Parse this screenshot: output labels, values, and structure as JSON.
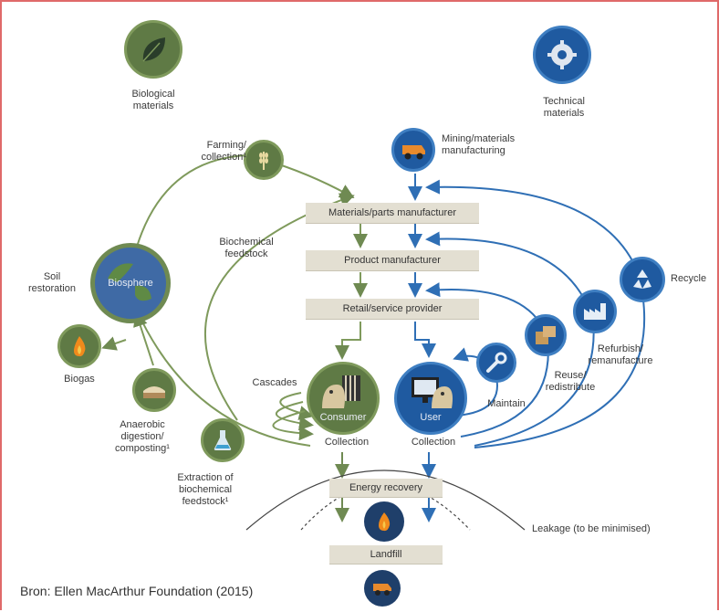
{
  "top": {
    "biological_label": "Biological\nmaterials",
    "technical_label": "Technical\nmaterials"
  },
  "nodes": {
    "farming": "Farming/\ncollection¹",
    "mining": "Mining/materials\nmanufacturing",
    "biochemical_feedstock": "Biochemical\nfeedstock",
    "soil_restoration": "Soil\nrestoration",
    "biosphere": "Biosphere",
    "biogas": "Biogas",
    "anaerobic": "Anaerobic\ndigestion/\ncomposting¹",
    "extraction": "Extraction of\nbiochemical\nfeedstock¹",
    "cascades": "Cascades",
    "consumer": "Consumer",
    "user": "User",
    "collection_left": "Collection",
    "collection_right": "Collection",
    "recycle": "Recycle",
    "refurbish": "Refurbish/\nremanufacture",
    "reuse": "Reuse/\nredistribute",
    "maintain": "Maintain",
    "leakage": "Leakage (to be minimised)"
  },
  "boxes": {
    "materials": "Materials/parts manufacturer",
    "product": "Product manufacturer",
    "retail": "Retail/service provider",
    "energy": "Energy recovery",
    "landfill": "Landfill"
  },
  "source": "Bron: Ellen MacArthur Foundation (2015)",
  "colors": {
    "green": "#5f7a45",
    "blue": "#1f5aa0",
    "box": "#e3dfd2",
    "frame": "#e06a6a"
  }
}
